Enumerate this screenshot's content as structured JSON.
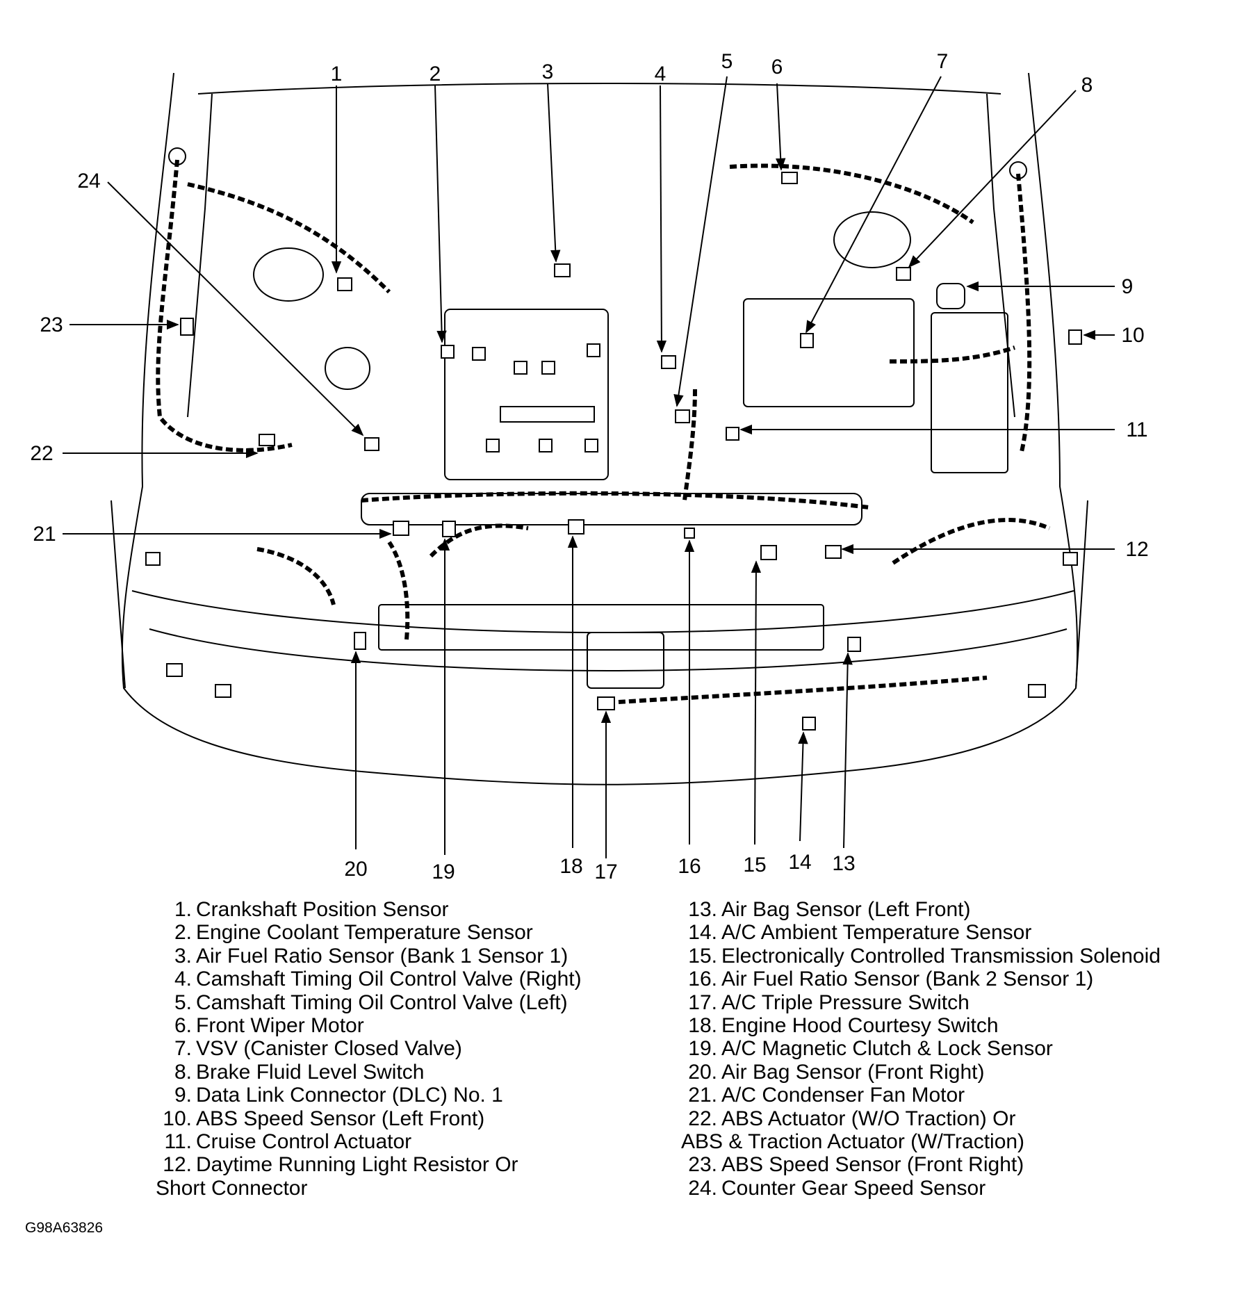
{
  "callouts": [
    "1",
    "2",
    "3",
    "4",
    "5",
    "6",
    "7",
    "8",
    "9",
    "10",
    "11",
    "12",
    "13",
    "14",
    "15",
    "16",
    "17",
    "18",
    "19",
    "20",
    "21",
    "22",
    "23",
    "24"
  ],
  "legend_left": [
    {
      "num": "1.",
      "text": "Crankshaft Position Sensor"
    },
    {
      "num": "2.",
      "text": "Engine Coolant Temperature Sensor"
    },
    {
      "num": "3.",
      "text": "Air Fuel Ratio Sensor (Bank 1 Sensor 1)"
    },
    {
      "num": "4.",
      "text": "Camshaft Timing Oil Control Valve (Right)"
    },
    {
      "num": "5.",
      "text": "Camshaft Timing Oil Control Valve (Left)"
    },
    {
      "num": "6.",
      "text": "Front Wiper Motor"
    },
    {
      "num": "7.",
      "text": "VSV (Canister Closed Valve)"
    },
    {
      "num": "8.",
      "text": "Brake Fluid Level Switch"
    },
    {
      "num": "9.",
      "text": "Data Link Connector (DLC) No. 1"
    },
    {
      "num": "10.",
      "text": "ABS Speed Sensor (Left Front)"
    },
    {
      "num": "11.",
      "text": "Cruise  Control Actuator"
    },
    {
      "num": "12.",
      "text": "Daytime Running Light Resistor Or",
      "cont": "Short Connector"
    }
  ],
  "legend_right": [
    {
      "num": "13.",
      "text": "Air Bag Sensor (Left Front)"
    },
    {
      "num": "14.",
      "text": "A/C Ambient Temperature Sensor"
    },
    {
      "num": "15.",
      "text": "Electronically Controlled Transmission Solenoid"
    },
    {
      "num": "16.",
      "text": "Air Fuel Ratio Sensor (Bank 2 Sensor 1)"
    },
    {
      "num": "17.",
      "text": "A/C Triple Pressure Switch"
    },
    {
      "num": "18.",
      "text": "Engine Hood Courtesy Switch"
    },
    {
      "num": "19.",
      "text": "A/C Magnetic Clutch & Lock Sensor"
    },
    {
      "num": "20.",
      "text": "Air Bag Sensor (Front Right)"
    },
    {
      "num": "21.",
      "text": "A/C Condenser Fan Motor"
    },
    {
      "num": "22.",
      "text": "ABS Actuator (W/O Traction) Or",
      "cont": "ABS & Traction Actuator (W/Traction)"
    },
    {
      "num": "23.",
      "text": "ABS Speed Sensor (Front Right)"
    },
    {
      "num": "24.",
      "text": "Counter Gear Speed Sensor"
    }
  ],
  "figure_code": "G98A63826"
}
